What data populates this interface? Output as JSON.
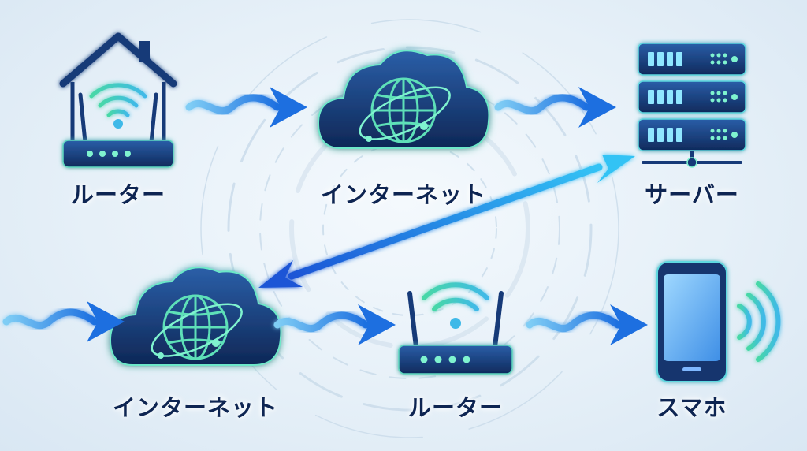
{
  "nodes": {
    "router_top": {
      "label": "ルーター",
      "icon": "home-router-icon"
    },
    "internet_top": {
      "label": "インターネット",
      "icon": "cloud-globe-icon"
    },
    "server": {
      "label": "サーバー",
      "icon": "server-rack-icon"
    },
    "internet_bottom": {
      "label": "インターネット",
      "icon": "cloud-globe-icon"
    },
    "router_bottom": {
      "label": "ルーター",
      "icon": "wifi-router-icon"
    },
    "smartphone": {
      "label": "スマホ",
      "icon": "smartphone-icon"
    }
  },
  "connections": [
    {
      "from": "router_top",
      "to": "internet_top",
      "style": "wavy-arrow"
    },
    {
      "from": "internet_top",
      "to": "server",
      "style": "wavy-arrow"
    },
    {
      "from": "server",
      "to": "internet_bottom",
      "style": "double-arrow"
    },
    {
      "from": "source",
      "to": "internet_bottom",
      "style": "wavy-arrow"
    },
    {
      "from": "internet_bottom",
      "to": "router_bottom",
      "style": "wavy-arrow"
    },
    {
      "from": "router_bottom",
      "to": "smartphone",
      "style": "wavy-arrow"
    }
  ],
  "colors": {
    "navy": "#0e2552",
    "device_dark": "#163a78",
    "arrow_blue": "#1d6fe0",
    "arrow_light": "#3cb8f0",
    "wifi_green": "#4be0a0",
    "glow": "#7ff3cf"
  }
}
